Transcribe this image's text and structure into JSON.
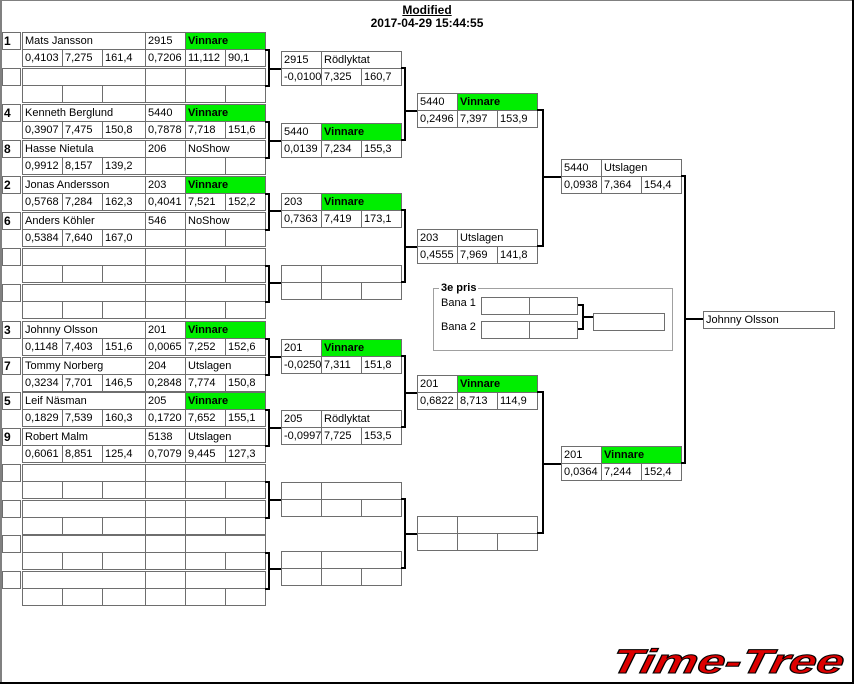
{
  "header": {
    "title": "Modified",
    "timestamp": "2017-04-29 15:44:55"
  },
  "colors": {
    "winner": "#00ee00",
    "border": "#6e6e6e",
    "logo_red": "#dd0000"
  },
  "round1": {
    "entries": [
      {
        "seed": "1",
        "name": "Mats Jansson",
        "rt": "0,4103",
        "et": "7,275",
        "speed": "161,4",
        "r_id": "2915",
        "r_status": "Vinnare",
        "r_win": true,
        "r_rt": "0,7206",
        "r_et": "11,112",
        "r_speed": "90,1"
      },
      {
        "seed": "",
        "name": "",
        "rt": "",
        "et": "",
        "speed": "",
        "r_id": "",
        "r_status": "",
        "r_win": false,
        "r_rt": "",
        "r_et": "",
        "r_speed": ""
      },
      {
        "seed": "4",
        "name": "Kenneth Berglund",
        "rt": "0,3907",
        "et": "7,475",
        "speed": "150,8",
        "r_id": "5440",
        "r_status": "Vinnare",
        "r_win": true,
        "r_rt": "0,7878",
        "r_et": "7,718",
        "r_speed": "151,6"
      },
      {
        "seed": "8",
        "name": "Hasse Nietula",
        "rt": "0,9912",
        "et": "8,157",
        "speed": "139,2",
        "r_id": "206",
        "r_status": "NoShow",
        "r_win": false,
        "r_rt": "",
        "r_et": "",
        "r_speed": ""
      },
      {
        "seed": "2",
        "name": "Jonas Andersson",
        "rt": "0,5768",
        "et": "7,284",
        "speed": "162,3",
        "r_id": "203",
        "r_status": "Vinnare",
        "r_win": true,
        "r_rt": "0,4041",
        "r_et": "7,521",
        "r_speed": "152,2"
      },
      {
        "seed": "6",
        "name": "Anders Köhler",
        "rt": "0,5384",
        "et": "7,640",
        "speed": "167,0",
        "r_id": "546",
        "r_status": "NoShow",
        "r_win": false,
        "r_rt": "",
        "r_et": "",
        "r_speed": ""
      },
      {
        "seed": "",
        "name": "",
        "rt": "",
        "et": "",
        "speed": "",
        "r_id": "",
        "r_status": "",
        "r_win": false,
        "r_rt": "",
        "r_et": "",
        "r_speed": ""
      },
      {
        "seed": "",
        "name": "",
        "rt": "",
        "et": "",
        "speed": "",
        "r_id": "",
        "r_status": "",
        "r_win": false,
        "r_rt": "",
        "r_et": "",
        "r_speed": ""
      },
      {
        "seed": "3",
        "name": "Johnny Olsson",
        "rt": "0,1148",
        "et": "7,403",
        "speed": "151,6",
        "r_id": "201",
        "r_status": "Vinnare",
        "r_win": true,
        "r_rt": "0,0065",
        "r_et": "7,252",
        "r_speed": "152,6"
      },
      {
        "seed": "7",
        "name": "Tommy Norberg",
        "rt": "0,3234",
        "et": "7,701",
        "speed": "146,5",
        "r_id": "204",
        "r_status": "Utslagen",
        "r_win": false,
        "r_rt": "0,2848",
        "r_et": "7,774",
        "r_speed": "150,8"
      },
      {
        "seed": "5",
        "name": "Leif Näsman",
        "rt": "0,1829",
        "et": "7,539",
        "speed": "160,3",
        "r_id": "205",
        "r_status": "Vinnare",
        "r_win": true,
        "r_rt": "0,1720",
        "r_et": "7,652",
        "r_speed": "155,1"
      },
      {
        "seed": "9",
        "name": "Robert Malm",
        "rt": "0,6061",
        "et": "8,851",
        "speed": "125,4",
        "r_id": "5138",
        "r_status": "Utslagen",
        "r_win": false,
        "r_rt": "0,7079",
        "r_et": "9,445",
        "r_speed": "127,3"
      },
      {
        "seed": "",
        "name": "",
        "rt": "",
        "et": "",
        "speed": "",
        "r_id": "",
        "r_status": "",
        "r_win": false,
        "r_rt": "",
        "r_et": "",
        "r_speed": ""
      },
      {
        "seed": "",
        "name": "",
        "rt": "",
        "et": "",
        "speed": "",
        "r_id": "",
        "r_status": "",
        "r_win": false,
        "r_rt": "",
        "r_et": "",
        "r_speed": ""
      },
      {
        "seed": "",
        "name": "",
        "rt": "",
        "et": "",
        "speed": "",
        "r_id": "",
        "r_status": "",
        "r_win": false,
        "r_rt": "",
        "r_et": "",
        "r_speed": ""
      },
      {
        "seed": "",
        "name": "",
        "rt": "",
        "et": "",
        "speed": "",
        "r_id": "",
        "r_status": "",
        "r_win": false,
        "r_rt": "",
        "r_et": "",
        "r_speed": ""
      }
    ]
  },
  "round2": [
    {
      "id": "2915",
      "status": "Rödlyktat",
      "win": false,
      "rt": "-0,0100",
      "et": "7,325",
      "speed": "160,7"
    },
    {
      "id": "5440",
      "status": "Vinnare",
      "win": true,
      "rt": "0,0139",
      "et": "7,234",
      "speed": "155,3"
    },
    {
      "id": "203",
      "status": "Vinnare",
      "win": true,
      "rt": "0,7363",
      "et": "7,419",
      "speed": "173,1"
    },
    {
      "id": "",
      "status": "",
      "win": false,
      "rt": "",
      "et": "",
      "speed": ""
    },
    {
      "id": "201",
      "status": "Vinnare",
      "win": true,
      "rt": "-0,0250",
      "et": "7,311",
      "speed": "151,8"
    },
    {
      "id": "205",
      "status": "Rödlyktat",
      "win": false,
      "rt": "-0,0997",
      "et": "7,725",
      "speed": "153,5"
    },
    {
      "id": "",
      "status": "",
      "win": false,
      "rt": "",
      "et": "",
      "speed": ""
    },
    {
      "id": "",
      "status": "",
      "win": false,
      "rt": "",
      "et": "",
      "speed": ""
    }
  ],
  "round3": [
    {
      "id": "5440",
      "status": "Vinnare",
      "win": true,
      "rt": "0,2496",
      "et": "7,397",
      "speed": "153,9"
    },
    {
      "id": "203",
      "status": "Utslagen",
      "win": false,
      "rt": "0,4555",
      "et": "7,969",
      "speed": "141,8"
    },
    {
      "id": "201",
      "status": "Vinnare",
      "win": true,
      "rt": "0,6822",
      "et": "8,713",
      "speed": "114,9"
    },
    {
      "id": "",
      "status": "",
      "win": false,
      "rt": "",
      "et": "",
      "speed": ""
    }
  ],
  "round4": [
    {
      "id": "5440",
      "status": "Utslagen",
      "win": false,
      "rt": "0,0938",
      "et": "7,364",
      "speed": "154,4"
    },
    {
      "id": "201",
      "status": "Vinnare",
      "win": true,
      "rt": "0,0364",
      "et": "7,244",
      "speed": "152,4"
    }
  ],
  "final": {
    "winner": "Johnny Olsson"
  },
  "third_place": {
    "title": "3e pris",
    "lane1_label": "Bana 1",
    "lane2_label": "Bana 2",
    "lane1_a": "",
    "lane1_b": "",
    "lane2_a": "",
    "lane2_b": "",
    "result": ""
  },
  "logo": {
    "text": "Time-Tree"
  }
}
